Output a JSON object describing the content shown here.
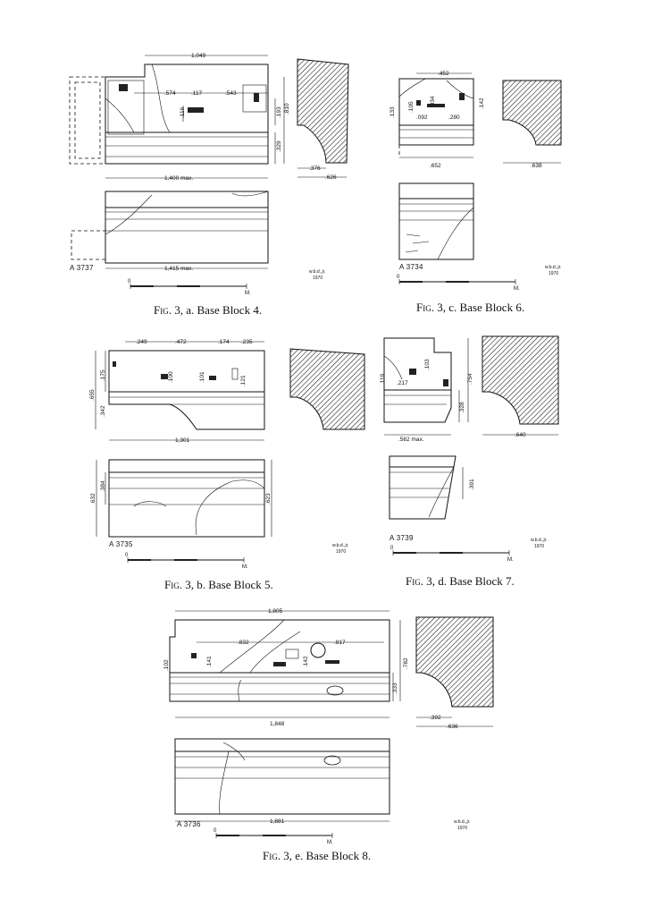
{
  "figures": {
    "a": {
      "caption_prefix": "Fig.",
      "caption_rest": " 3, a.  Base Block 4.",
      "accession": "A 3737",
      "credit": [
        "w.b.d.,jr.",
        "1970"
      ],
      "scale_origin": "0",
      "scale_unit": "M.",
      "dims": {
        "top": "1,049",
        "d1": ".574",
        "d2": ".117",
        "d3": ".543",
        "v1": ".116",
        "v2": ".193",
        "v3": ".810",
        "v4": ".329",
        "mid": "1,400 max.",
        "bottom": "1,415 max.",
        "p1": ".376",
        "p2": ".626"
      }
    },
    "b": {
      "caption_prefix": "Fig.",
      "caption_rest": " 3, b.  Base Block 5.",
      "accession": "A 3735",
      "credit": [
        "w.b.d.,jr.",
        "1970"
      ],
      "scale_origin": "0",
      "scale_unit": "M.",
      "dims": {
        "t1": ".249",
        "t2": ".472",
        "t3": ".174",
        "t4": ".235",
        "v1": ".655",
        "v2": ".175",
        "v3": ".342",
        "v4": ".100",
        "v5": ".101",
        "v6": ".121",
        "mid": "1,301",
        "l1": ".632",
        "l2": ".384",
        "r1": ".623"
      }
    },
    "c": {
      "caption_prefix": "Fig.",
      "caption_rest": " 3, c.  Base Block 6.",
      "accession": "A 3734",
      "credit": [
        "w.b.d.,jr.",
        "1970"
      ],
      "scale_origin": "0",
      "scale_unit": "M.",
      "dims": {
        "top": ".452",
        "v1": ".133",
        "v2": ".105",
        "v3": ".034",
        "v4": ".142",
        "d1": ".092",
        "d2": ".280",
        "bottom": ".652",
        "p1": ".638"
      }
    },
    "d": {
      "caption_prefix": "Fig.",
      "caption_rest": " 3, d.  Base Block 7.",
      "accession": "A 3739",
      "credit": [
        "w.b.d.,jr.",
        "1970"
      ],
      "scale_origin": "0",
      "scale_unit": "M.",
      "dims": {
        "v1": ".119",
        "v2": ".103",
        "d1": ".217",
        "v3": ".754",
        "v4": ".328",
        "bottom": ".562 max.",
        "p1": ".640",
        "v5": ".391"
      }
    },
    "e": {
      "caption_prefix": "Fig.",
      "caption_rest": " 3, e.  Base Block 8.",
      "accession": "A 3736",
      "credit": [
        "w.b.d.,jr.",
        "1970"
      ],
      "scale_origin": "0",
      "scale_unit": "M.",
      "dims": {
        "top": "1,805",
        "d1": ".832",
        "d2": ".817",
        "v1": ".102",
        "v2": ".141",
        "v3": ".142",
        "v4": ".782",
        "v5": ".333",
        "p1": ".392",
        "p2": ".636",
        "mid": "1,848",
        "bottom": "1,881"
      }
    }
  }
}
